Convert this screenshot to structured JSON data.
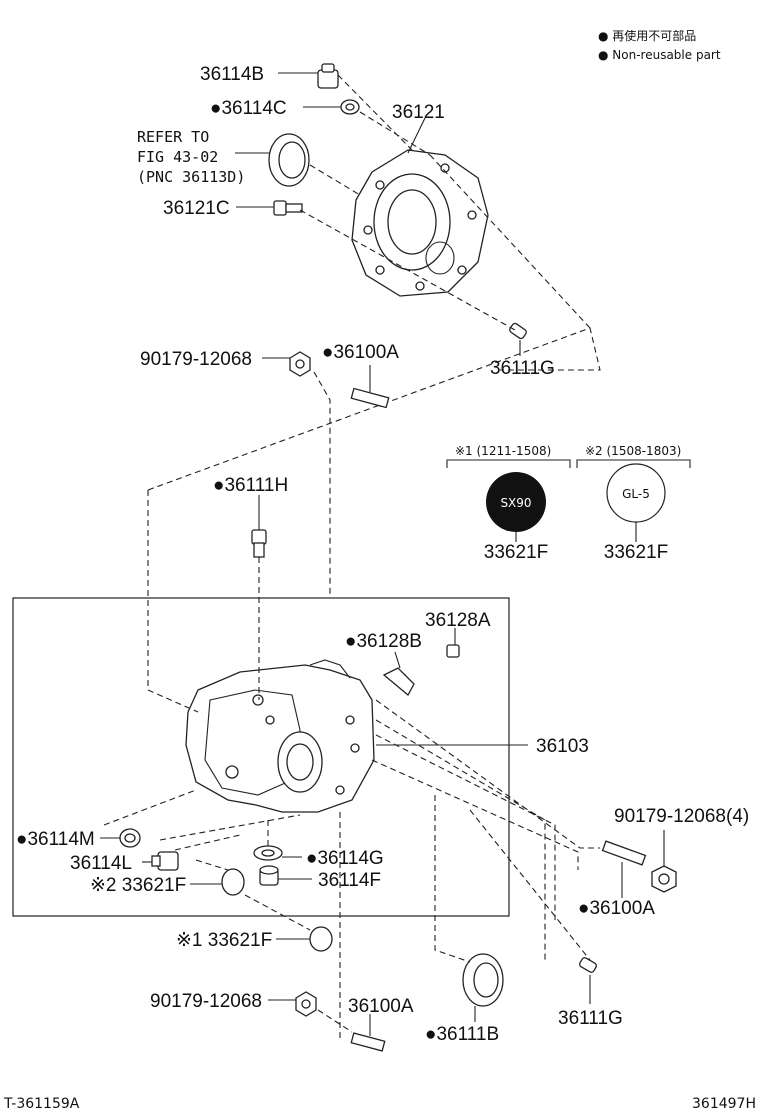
{
  "legend": {
    "line1": "● 再使用不可部品",
    "line2": "● Non-reusable part"
  },
  "labels": {
    "p36114B": "36114B",
    "p36114C": "●36114C",
    "p36121": "36121",
    "refer1": "REFER TO",
    "refer2": "FIG 43-02",
    "refer3": "(PNC 36113D)",
    "p36121C": "36121C",
    "p90179a": "90179-12068",
    "p36100A_top": "●36100A",
    "p36111G_top": "36111G",
    "p36111H": "●36111H",
    "p36128A": "36128A",
    "p36128B": "●36128B",
    "p36103": "36103",
    "p90179_4": "90179-12068(4)",
    "p36114M": "●36114M",
    "p36114L": "36114L",
    "p33621F_x2": "※2 33621F",
    "p36114G": "●36114G",
    "p36114F": "36114F",
    "p36100A_right": "●36100A",
    "p33621F_x1": "※1 33621F",
    "p90179b": "90179-12068",
    "p36100A_bottom": "36100A",
    "p36111B": "●36111B",
    "p36111G_bottom": "36111G",
    "variant1_range": "※1 (1211-1508)",
    "variant2_range": "※2 (1508-1803)",
    "variant1_fluid": "SX90",
    "variant2_fluid": "GL-5",
    "variant1_part": "33621F",
    "variant2_part": "33621F",
    "footer_left": "T-361159A",
    "footer_right": "361497H"
  }
}
